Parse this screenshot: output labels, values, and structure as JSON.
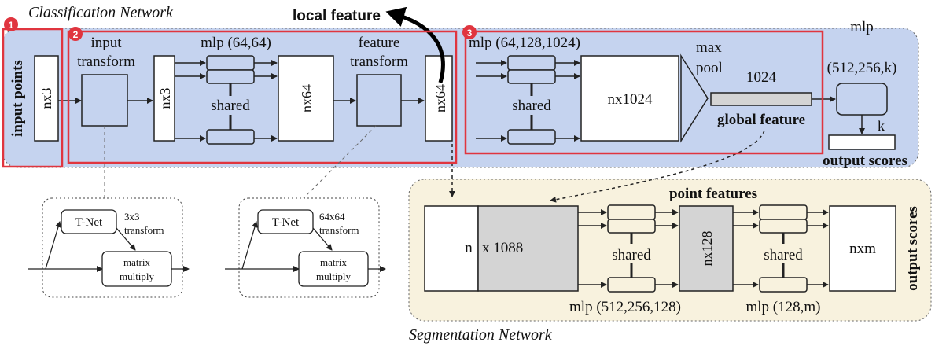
{
  "classification": {
    "title": "Classification Network",
    "input_points_label": "input points",
    "input_block": "nx3",
    "input_transform_label": [
      "input",
      "transform"
    ],
    "after_input_block": "nx3",
    "mlp1_label": "mlp (64,64)",
    "shared_label": "shared",
    "block_nx64_a": "nx64",
    "feature_transform_label": [
      "feature",
      "transform"
    ],
    "block_nx64_b": "nx64",
    "local_feature_label": "local feature",
    "mlp2_label": "mlp (64,128,1024)",
    "block_nx1024": "nx1024",
    "maxpool_label": [
      "max",
      "pool"
    ],
    "global_dim_label": "1024",
    "global_feature_label": "global feature",
    "mlp3_label": [
      "mlp",
      "(512,256,k)"
    ],
    "k_label": "k",
    "output_scores_label": "output scores"
  },
  "badges": [
    "1",
    "2",
    "3"
  ],
  "tnet_panels": [
    {
      "tnet_label": "T-Net",
      "transform_label": [
        "3x3",
        "transform"
      ],
      "matmul_label": [
        "matrix",
        "multiply"
      ]
    },
    {
      "tnet_label": "T-Net",
      "transform_label": [
        "64x64",
        "transform"
      ],
      "matmul_label": [
        "matrix",
        "multiply"
      ]
    }
  ],
  "segmentation": {
    "title": "Segmentation Network",
    "point_features_label": "point features",
    "n_label": "n",
    "concat_label": "x 1088",
    "mlp1_label": "mlp (512,256,128)",
    "shared_label": "shared",
    "block_nx128": "nx128",
    "mlp2_label": "mlp (128,m)",
    "block_nxm": "nxm",
    "output_scores_label": "output scores"
  },
  "colors": {
    "classification_bg": "#c5d3ef",
    "segmentation_bg": "#f8f2de",
    "highlight_red": "#e0353f",
    "gray_fill": "#d4d4d4",
    "stroke": "#222222"
  }
}
